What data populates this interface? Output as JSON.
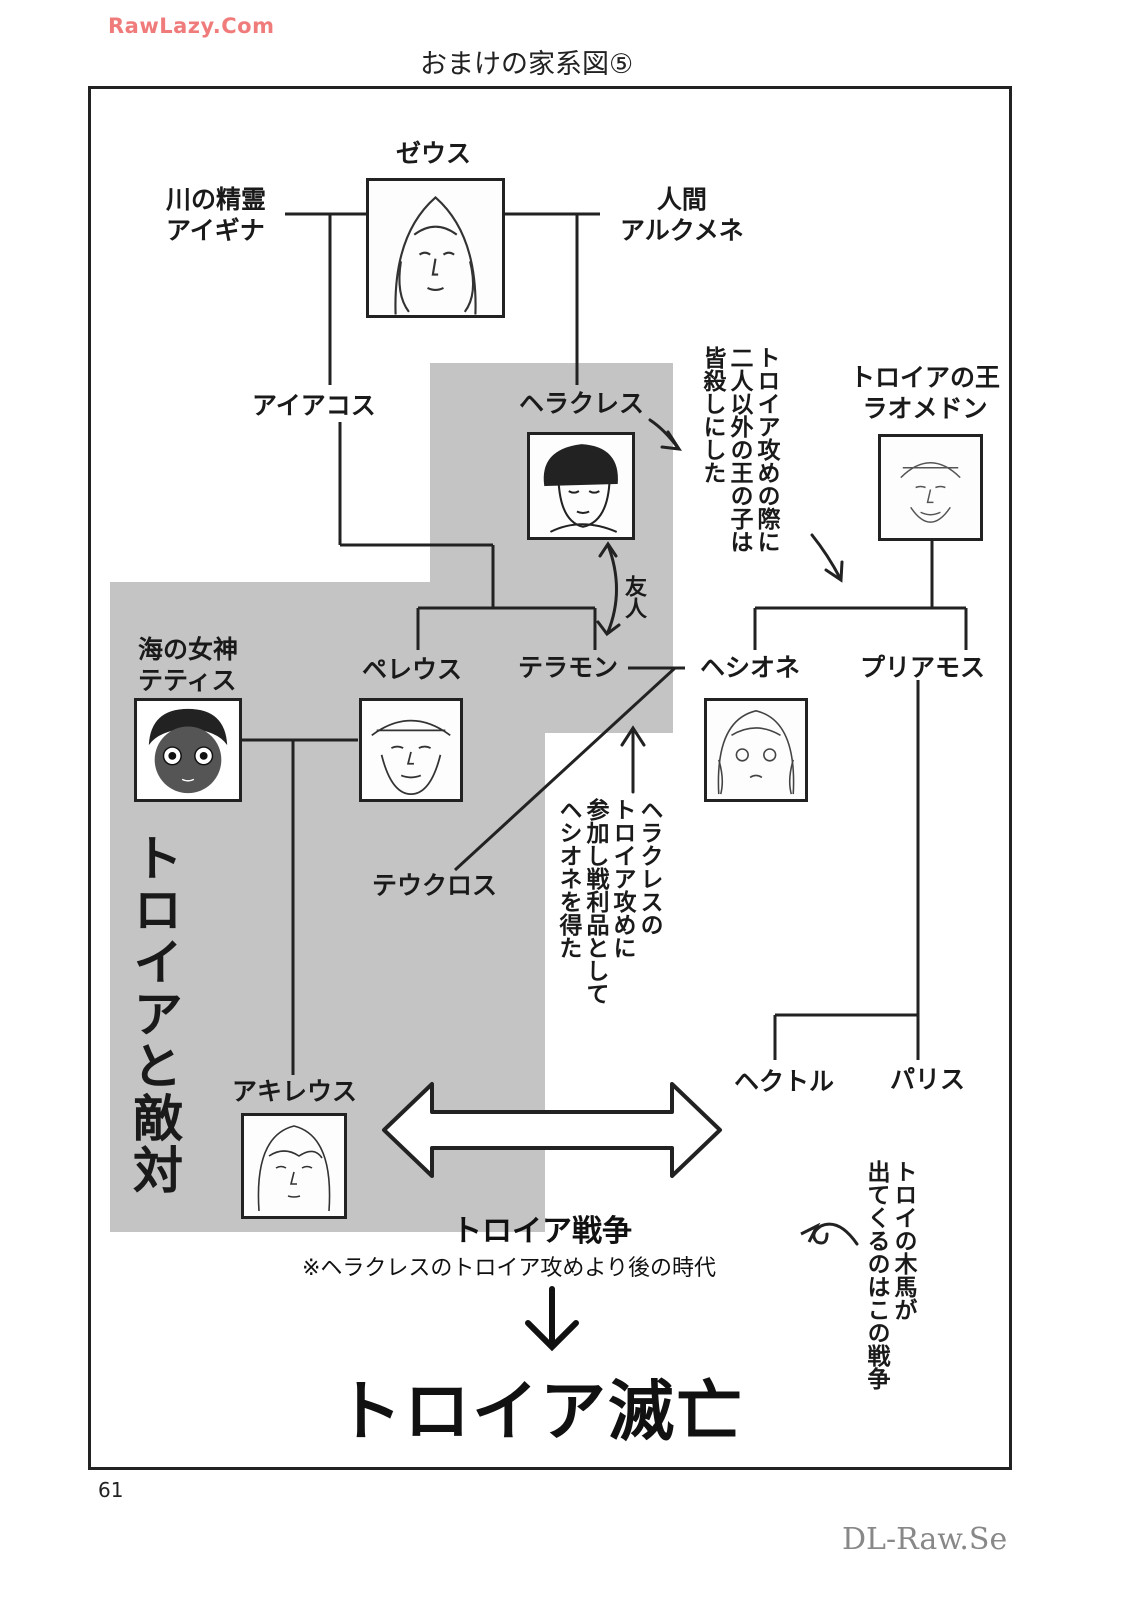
{
  "watermarks": {
    "top": "RawLazy.Com",
    "bottom": "DL-Raw.Se"
  },
  "title": "おまけの家系図⑤",
  "page_number": "61",
  "colors": {
    "shade": "#c4c4c4",
    "ink": "#222222",
    "watermark_top": "#f07b7b"
  },
  "characters": {
    "zeus": "ゼウス",
    "aigina": "川の精霊\nアイギナ",
    "alcmene": "人間\nアルクメネ",
    "aiakos": "アイアコス",
    "heracles": "ヘラクレス",
    "laomedon": "トロイアの王\nラオメドン",
    "thetis": "海の女神\nテティス",
    "peleus": "ペレウス",
    "telamon": "テラモン",
    "hesione": "ヘシオネ",
    "priamos": "プリアモス",
    "teucros": "テウクロス",
    "achilles": "アキレウス",
    "hector": "ヘクトル",
    "paris": "パリス"
  },
  "notes": {
    "heracles_killed": "トロイア攻めの際に\n二人以外の王の子は\n皆殺しにした",
    "friend": "友人",
    "heracles_hesione": "ヘラクレスの\nトロイア攻めに\n参加し戦利品として\nヘシオネを得た",
    "enemy": "トロイアと敵対",
    "trojan_horse": "トロイの木馬が\n出てくるのはこの戦争"
  },
  "war": {
    "name": "トロイア戦争",
    "note": "※ヘラクレスのトロイア攻めより後の時代",
    "result": "トロイア滅亡"
  },
  "icons": [
    "portrait-zeus",
    "portrait-heracles",
    "portrait-laomedon",
    "portrait-thetis",
    "portrait-peleus",
    "portrait-hesione",
    "portrait-achilles",
    "double-arrow-icon",
    "down-arrow-icon",
    "curved-arrow-icon"
  ]
}
